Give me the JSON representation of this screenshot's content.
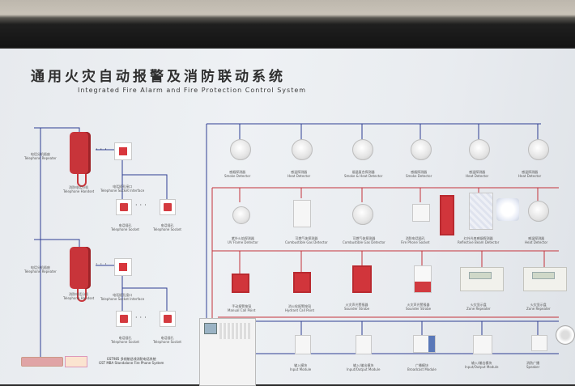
{
  "title_cn": "通用火灾自动报警及消防联动系统",
  "title_en": "Integrated Fire Alarm and Fire Protection Control System",
  "left_labels": {
    "repeater_1": [
      "电话分机插座",
      "Telephone Repeater"
    ],
    "phone_1": [
      "消防电话分机",
      "Telephone Handset"
    ],
    "interface_1": [
      "电话插孔接口",
      "Telephone Socket Interface"
    ],
    "socket_1a": [
      "电话插孔",
      "Telephone Socket"
    ],
    "socket_1b": [
      "电话插孔",
      "Telephone Socket"
    ],
    "repeater_2": [
      "电话分机插座",
      "Telephone Repeater"
    ],
    "phone_2": [
      "消防电话分机",
      "Telephone Handset"
    ],
    "interface_2": [
      "电话插孔接口",
      "Telephone Socket Interface"
    ],
    "socket_2a": [
      "电话插孔",
      "Telephone Socket"
    ],
    "socket_2b": [
      "电话插孔",
      "Telephone Socket"
    ]
  },
  "row1": [
    [
      "感烟探测器",
      "Smoke Detector"
    ],
    [
      "感温探测器",
      "Heat Detector"
    ],
    [
      "烟温复合探测器",
      "Smoke & Heat Detector"
    ],
    [
      "感烟探测器",
      "Smoke Detector"
    ],
    [
      "感温探测器",
      "Heat Detector"
    ],
    [
      "感温探测器",
      "Heat Detector"
    ]
  ],
  "row2": [
    [
      "紫外火焰探测器",
      "UV Flame Detector"
    ],
    [
      "可燃气体探测器",
      "Combustible Gas Detector"
    ],
    [
      "可燃气体探测器",
      "Combustible Gas Detector"
    ],
    [
      "消防电话插孔",
      "Fire Phone Socket"
    ],
    [
      "红外光束感烟探测器",
      "Reflective Beam Detector"
    ],
    [
      "感温探测器",
      "Heat Detector"
    ]
  ],
  "row3": [
    [
      "手动报警按钮",
      "Manual Call Point"
    ],
    [
      "消火栓报警按钮",
      "Hydrant Call Point"
    ],
    [
      "火灾声光警报器",
      "Sounder Strobe"
    ],
    [
      "火灾声光警报器",
      "Sounder Strobe"
    ],
    [
      "火灾显示盘",
      "Zone Repeater"
    ],
    [
      "火灾显示盘",
      "Zone Repeater"
    ]
  ],
  "row4": [
    [
      "输入模块",
      "Input Module"
    ],
    [
      "输入/输出模块",
      "Input/Output Module"
    ],
    [
      "广播模块",
      "Broadcast Module"
    ],
    [
      "输入/输出模块",
      "Input/Output Module"
    ],
    [
      "消防广播",
      "Speaker"
    ]
  ],
  "bottom_caption": [
    "GST985 多线制总线消防电话系统",
    "GST MBA Standalone Fire Phone System"
  ],
  "colors": {
    "wire_blue": "#2e3e93",
    "wire_red": "#c4323a",
    "device_red": "#d1353b"
  }
}
